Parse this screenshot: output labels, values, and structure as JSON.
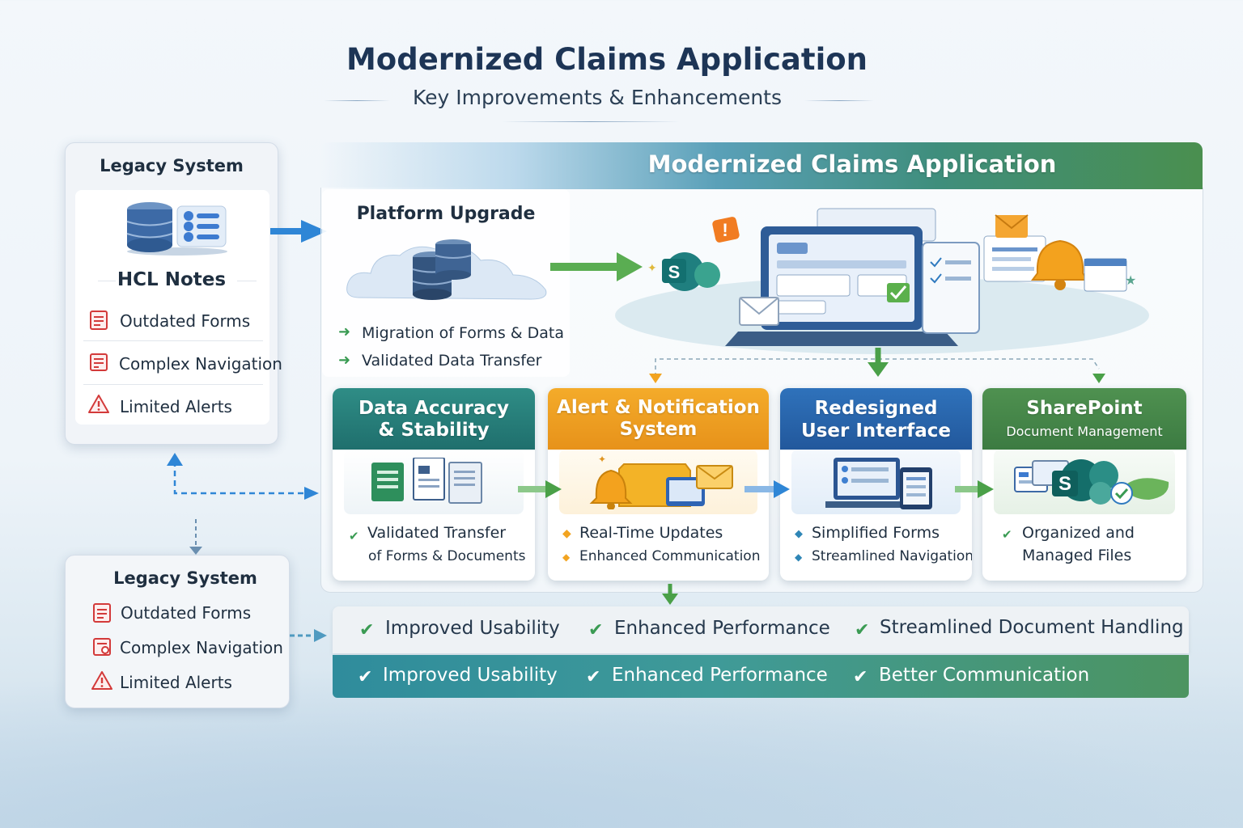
{
  "header": {
    "title": "Modernized Claims Application",
    "subtitle": "Key Improvements & Enhancements"
  },
  "legacy_top": {
    "title": "Legacy System",
    "app_name": "HCL Notes",
    "items": [
      "Outdated Forms",
      "Complex Navigation",
      "Limited Alerts"
    ]
  },
  "legacy_bottom": {
    "title": "Legacy System",
    "items": [
      "Outdated Forms",
      "Complex Navigation",
      "Limited Alerts"
    ]
  },
  "modern": {
    "banner": "Modernized Claims Application",
    "platform": {
      "title": "Platform Upgrade",
      "items": [
        "Migration of Forms & Data",
        "Validated Data Transfer"
      ]
    },
    "cards": [
      {
        "title_lines": [
          "Data Accuracy",
          "& Stability"
        ],
        "bullets": [
          "Validated Transfer",
          "of Forms & Documents"
        ]
      },
      {
        "title_lines": [
          "Alert & Notification",
          "System"
        ],
        "bullets": [
          "Real-Time Updates",
          "Enhanced Communication"
        ]
      },
      {
        "title_lines": [
          "Redesigned",
          "User Interface"
        ],
        "bullets": [
          "Simplified Forms",
          "Streamlined Navigation"
        ]
      },
      {
        "title_lines": [
          "SharePoint",
          "Document Management"
        ],
        "bullets": [
          "Organized and",
          "Managed Files"
        ]
      }
    ]
  },
  "benefits_row1": [
    "Improved Usability",
    "Enhanced Performance",
    "Streamlined Document Handling"
  ],
  "benefits_row2": [
    "Improved Usability",
    "Enhanced Performance",
    "Better Communication"
  ],
  "colors": {
    "card_teal": "#2f8a8a",
    "card_orange": "#f2a421",
    "card_blue": "#2d6fb7",
    "card_green": "#4f8c46",
    "alert_red": "#d33a3a",
    "arrow_green": "#4aa048",
    "arrow_blue": "#2f86d6"
  },
  "icons": [
    "database-icon",
    "form-icon",
    "warning-icon",
    "sharepoint-icon",
    "bell-icon",
    "envelope-icon",
    "checkmark-icon",
    "laptop-icon",
    "cloud-icon"
  ]
}
